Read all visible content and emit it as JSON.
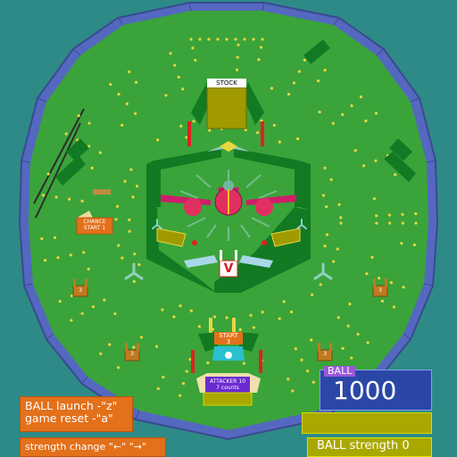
{
  "board_labels": {
    "stock": "STOCK",
    "v_mark": "V",
    "chance_line1": "CHANCE",
    "chance_line2": "START 1",
    "start_line1": "START",
    "start_line2": "3",
    "attacker_line1": "ATTACKER 10",
    "attacker_line2": "7 counts",
    "pocket_value": "3"
  },
  "controls": {
    "launch": "BALL launch  -\"z\"",
    "reset": "game reset -\"a\"",
    "strength_change": "strength change  \"←\" \"→\""
  },
  "score": {
    "label": "BALL",
    "value": "1000"
  },
  "ball_strength": {
    "text": "BALL strength 0",
    "level": 0
  },
  "colors": {
    "background": "#2e8a86",
    "board": "#3aa43a",
    "rim": "#5468c0",
    "wall": "#127a22",
    "pin": "#e8d640",
    "accent": "#e03060",
    "panel": "#e3701a",
    "score_panel": "#2a47a8"
  }
}
